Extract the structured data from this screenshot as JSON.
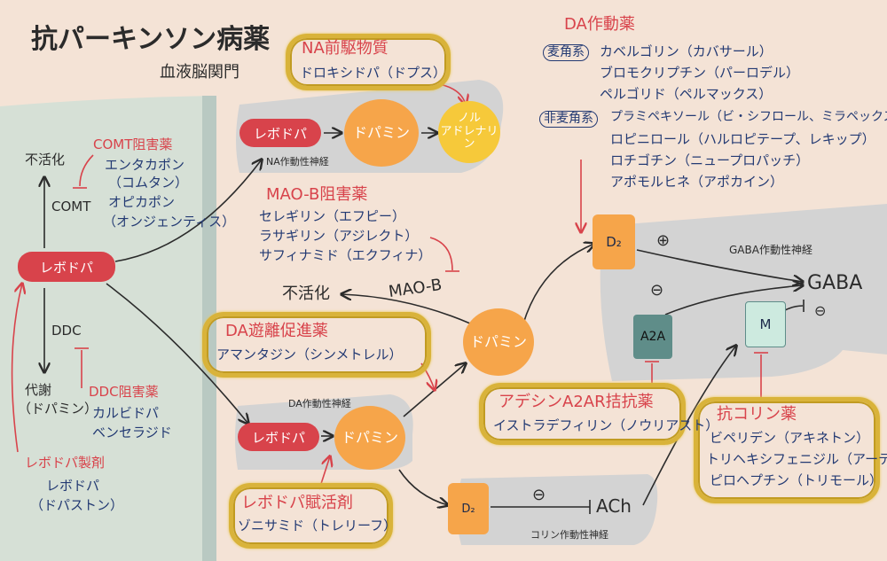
{
  "title": "抗パーキンソン病薬",
  "bbb": "血液脳関門",
  "left": {
    "inactivation": "不活化",
    "comt": "COMT",
    "comt_inhibitors": {
      "heading": "COMT阻害薬",
      "items": [
        "エンタカポン",
        "（コムタン）",
        "オピカポン",
        "（オンジェンティス）"
      ]
    },
    "levodopa": "レボドパ",
    "ddc": "DDC",
    "metabolism": [
      "代謝",
      "（ドパミン）"
    ],
    "ddc_inhibitors": {
      "heading": "DDC阻害薬",
      "items": [
        "カルビドパ",
        "ベンセラジド"
      ]
    },
    "levodopa_formulation": {
      "heading": "レボドパ製剤",
      "items": [
        "レボドパ",
        "（ドパストン）"
      ]
    }
  },
  "na_neuron": {
    "levodopa": "レボドパ",
    "dopamine": "ドパミン",
    "noradrenaline": [
      "ノル",
      "アドレナリン"
    ],
    "label": "NA作動性神経"
  },
  "na_precursor": {
    "heading": "NA前駆物質",
    "item": "ドロキシドパ（ドプス）"
  },
  "maob_inhibitors": {
    "heading": "MAO-B阻害薬",
    "items": [
      "セレギリン（エフピー）",
      "ラサギリン（アジレクト）",
      "サフィナミド（エクフィナ）"
    ]
  },
  "center": {
    "inactivation": "不活化",
    "maob": "MAO-B",
    "dopamine": "ドパミン"
  },
  "da_release": {
    "heading": "DA遊離促進薬",
    "item": "アマンタジン（シンメトレル）"
  },
  "da_neuron": {
    "label": "DA作動性神経",
    "levodopa": "レボドパ",
    "dopamine": "ドパミン"
  },
  "levodopa_activator": {
    "heading": "レボドパ賦活剤",
    "item": "ゾニサミド（トレリーフ）"
  },
  "da_agonists": {
    "heading": "DA作動薬",
    "ergot": {
      "tag": "麦角系",
      "items": [
        "カベルゴリン（カバサール）",
        "ブロモクリプチン（パーロデル）",
        "ペルゴリド（ペルマックス）"
      ]
    },
    "non_ergot": {
      "tag": "非麦角系",
      "items": [
        "プラミペキソール（ビ・シフロール、ミラペックス）",
        "ロピニロール（ハルロピテープ、レキップ）",
        "ロチゴチン（ニュープロパッチ）",
        "アポモルヒネ（アポカイン）"
      ]
    }
  },
  "gaba_neuron": {
    "d2": "D₂",
    "plus": "⊕",
    "minus": "⊖",
    "label": "GABA作動性神経",
    "gaba": "GABA",
    "a2a": "A2A",
    "m": "M",
    "m_minus": "⊖"
  },
  "a2a_antagonist": {
    "heading": "アデシンA2AR拮抗薬",
    "item": "イストラデフィリン（ノウリアスト）"
  },
  "anticholinergic": {
    "heading": "抗コリン薬",
    "items": [
      "ビペリデン（アキネトン）",
      "トリヘキシフェニジル（アーテン）",
      "ピロヘプチン（トリモール）"
    ]
  },
  "cholinergic": {
    "d2": "D₂",
    "minus": "⊖",
    "ach": "ACh",
    "label": "コリン作動性神経"
  },
  "colors": {
    "left_bg": "#d6e0d6",
    "right_bg": "#f4e3d6",
    "red": "#d8434b",
    "orange": "#f6a54a",
    "yellow": "#f6c93a",
    "gold": "#d9b33a",
    "navy": "#233a73"
  }
}
